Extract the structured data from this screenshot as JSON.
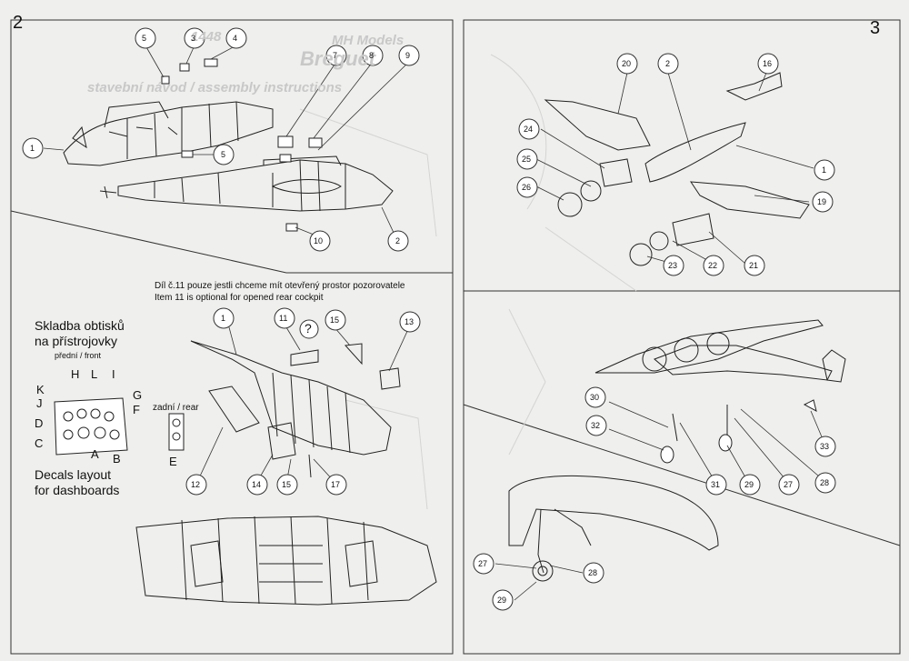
{
  "pages": {
    "left": "2",
    "right": "3"
  },
  "ghost_header": {
    "brand": "MH Models",
    "code": "1448",
    "title": "Breguet",
    "subtitle": "stavební návod / assembly instructions"
  },
  "step_a_parts": [
    "5",
    "3",
    "4",
    "7",
    "8",
    "9",
    "1",
    "5",
    "10",
    "2"
  ],
  "step_b_note": {
    "cz": "Díl č.11 pouze jestli chceme mít otevřený prostor pozorovatele",
    "en": "Item 11 is optional for opened rear cockpit"
  },
  "step_b_parts": [
    "1",
    "11",
    "?",
    "15",
    "13",
    "12",
    "14",
    "15",
    "17"
  ],
  "decals": {
    "title_cz_1": "Skladba obtisků",
    "title_cz_2": "na přístrojovky",
    "front_label": "přední / front",
    "rear_label": "zadní / rear",
    "title_en_1": "Decals layout",
    "title_en_2": "for dashboards",
    "letters": [
      "H",
      "L",
      "I",
      "K",
      "J",
      "G",
      "F",
      "D",
      "C",
      "A",
      "B",
      "E"
    ]
  },
  "step_c_parts": [
    "20",
    "2",
    "16",
    "24",
    "25",
    "26",
    "1",
    "19",
    "23",
    "22",
    "21"
  ],
  "step_d_parts": [
    "30",
    "32",
    "31",
    "29",
    "27",
    "28",
    "33"
  ],
  "step_e_parts": [
    "27",
    "28",
    "29"
  ]
}
